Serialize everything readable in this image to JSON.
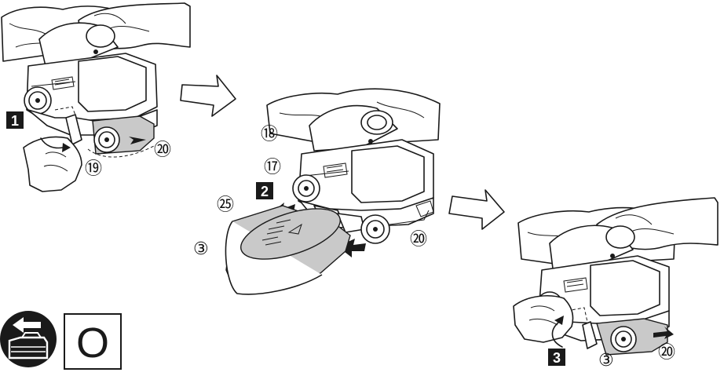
{
  "steps": [
    "1",
    "2",
    "3"
  ],
  "callouts": {
    "c19": "⑲",
    "c20a": "⑳",
    "c18": "⑱",
    "c17": "⑰",
    "c25": "㉕",
    "c3a": "③",
    "c20b": "⑳",
    "c3b": "③",
    "c20c": "⑳"
  },
  "mode_symbol": "O",
  "colors": {
    "line": "#1a1a1a",
    "belt": "#c9c9c9",
    "step_box": "#1a1a1a"
  },
  "icons": [
    "battery-removal-icon",
    "step-arrow-icon"
  ]
}
